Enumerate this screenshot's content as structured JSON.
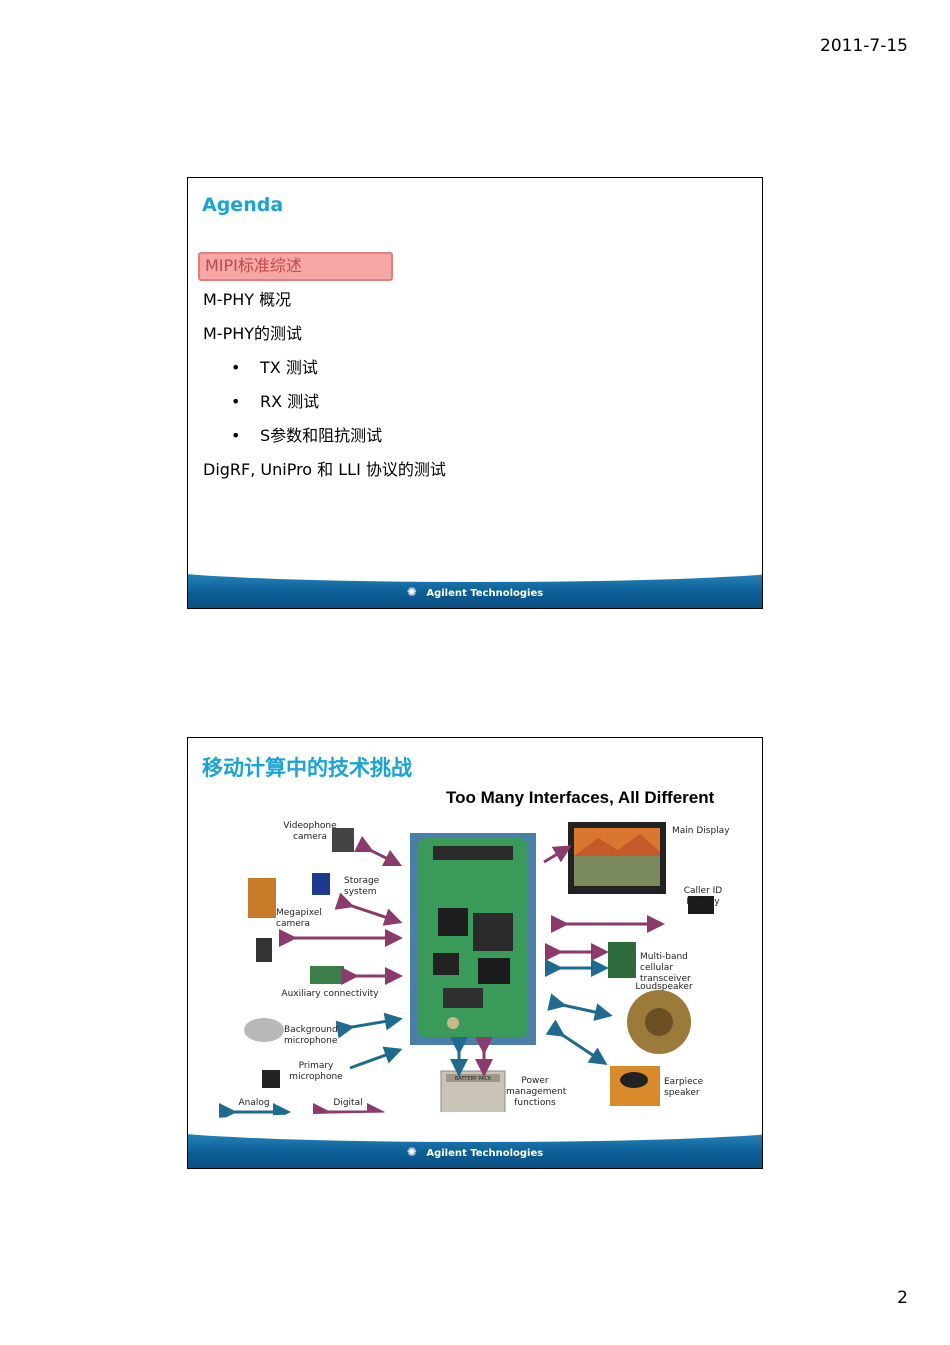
{
  "page": {
    "date": "2011-7-15",
    "page_number": "2"
  },
  "footer": {
    "logo_text": "Agilent Technologies"
  },
  "slide1": {
    "title": "Agenda",
    "items": [
      {
        "text": "MIPI标准综述",
        "highlighted": true
      },
      {
        "text": "M-PHY 概况"
      },
      {
        "text": "M-PHY的测试"
      },
      {
        "text": "TX 测试",
        "sub": true
      },
      {
        "text": "RX 测试",
        "sub": true
      },
      {
        "text": "S参数和阻抗测试",
        "sub": true
      },
      {
        "text": "DigRF, UniPro 和 LLI 协议的测试"
      }
    ],
    "bullet": "•"
  },
  "slide2": {
    "title": "移动计算中的技术挑战",
    "diagram_title": "Too Many Interfaces, All Different",
    "labels": {
      "videophone_camera": "Videophone camera",
      "storage_system": "Storage system",
      "megapixel_camera": "Megapixel camera",
      "auxiliary_connectivity": "Auxiliary connectivity",
      "background_microphone": "Background microphone",
      "primary_microphone": "Primary microphone",
      "analog": "Analog",
      "digital": "Digital",
      "power_management": "Power management functions",
      "main_display": "Main Display",
      "caller_id_display": "Caller ID Display",
      "multiband_transceiver": "Multi-band cellular transceiver",
      "loudspeaker": "Loudspeaker",
      "earpiece_speaker": "Earpiece speaker",
      "battery_pack": "BATTERY PACK"
    },
    "colors": {
      "digital_arrow": "#8b3a6b",
      "analog_arrow": "#1f6b8f",
      "title": "#1aa3d4"
    }
  }
}
